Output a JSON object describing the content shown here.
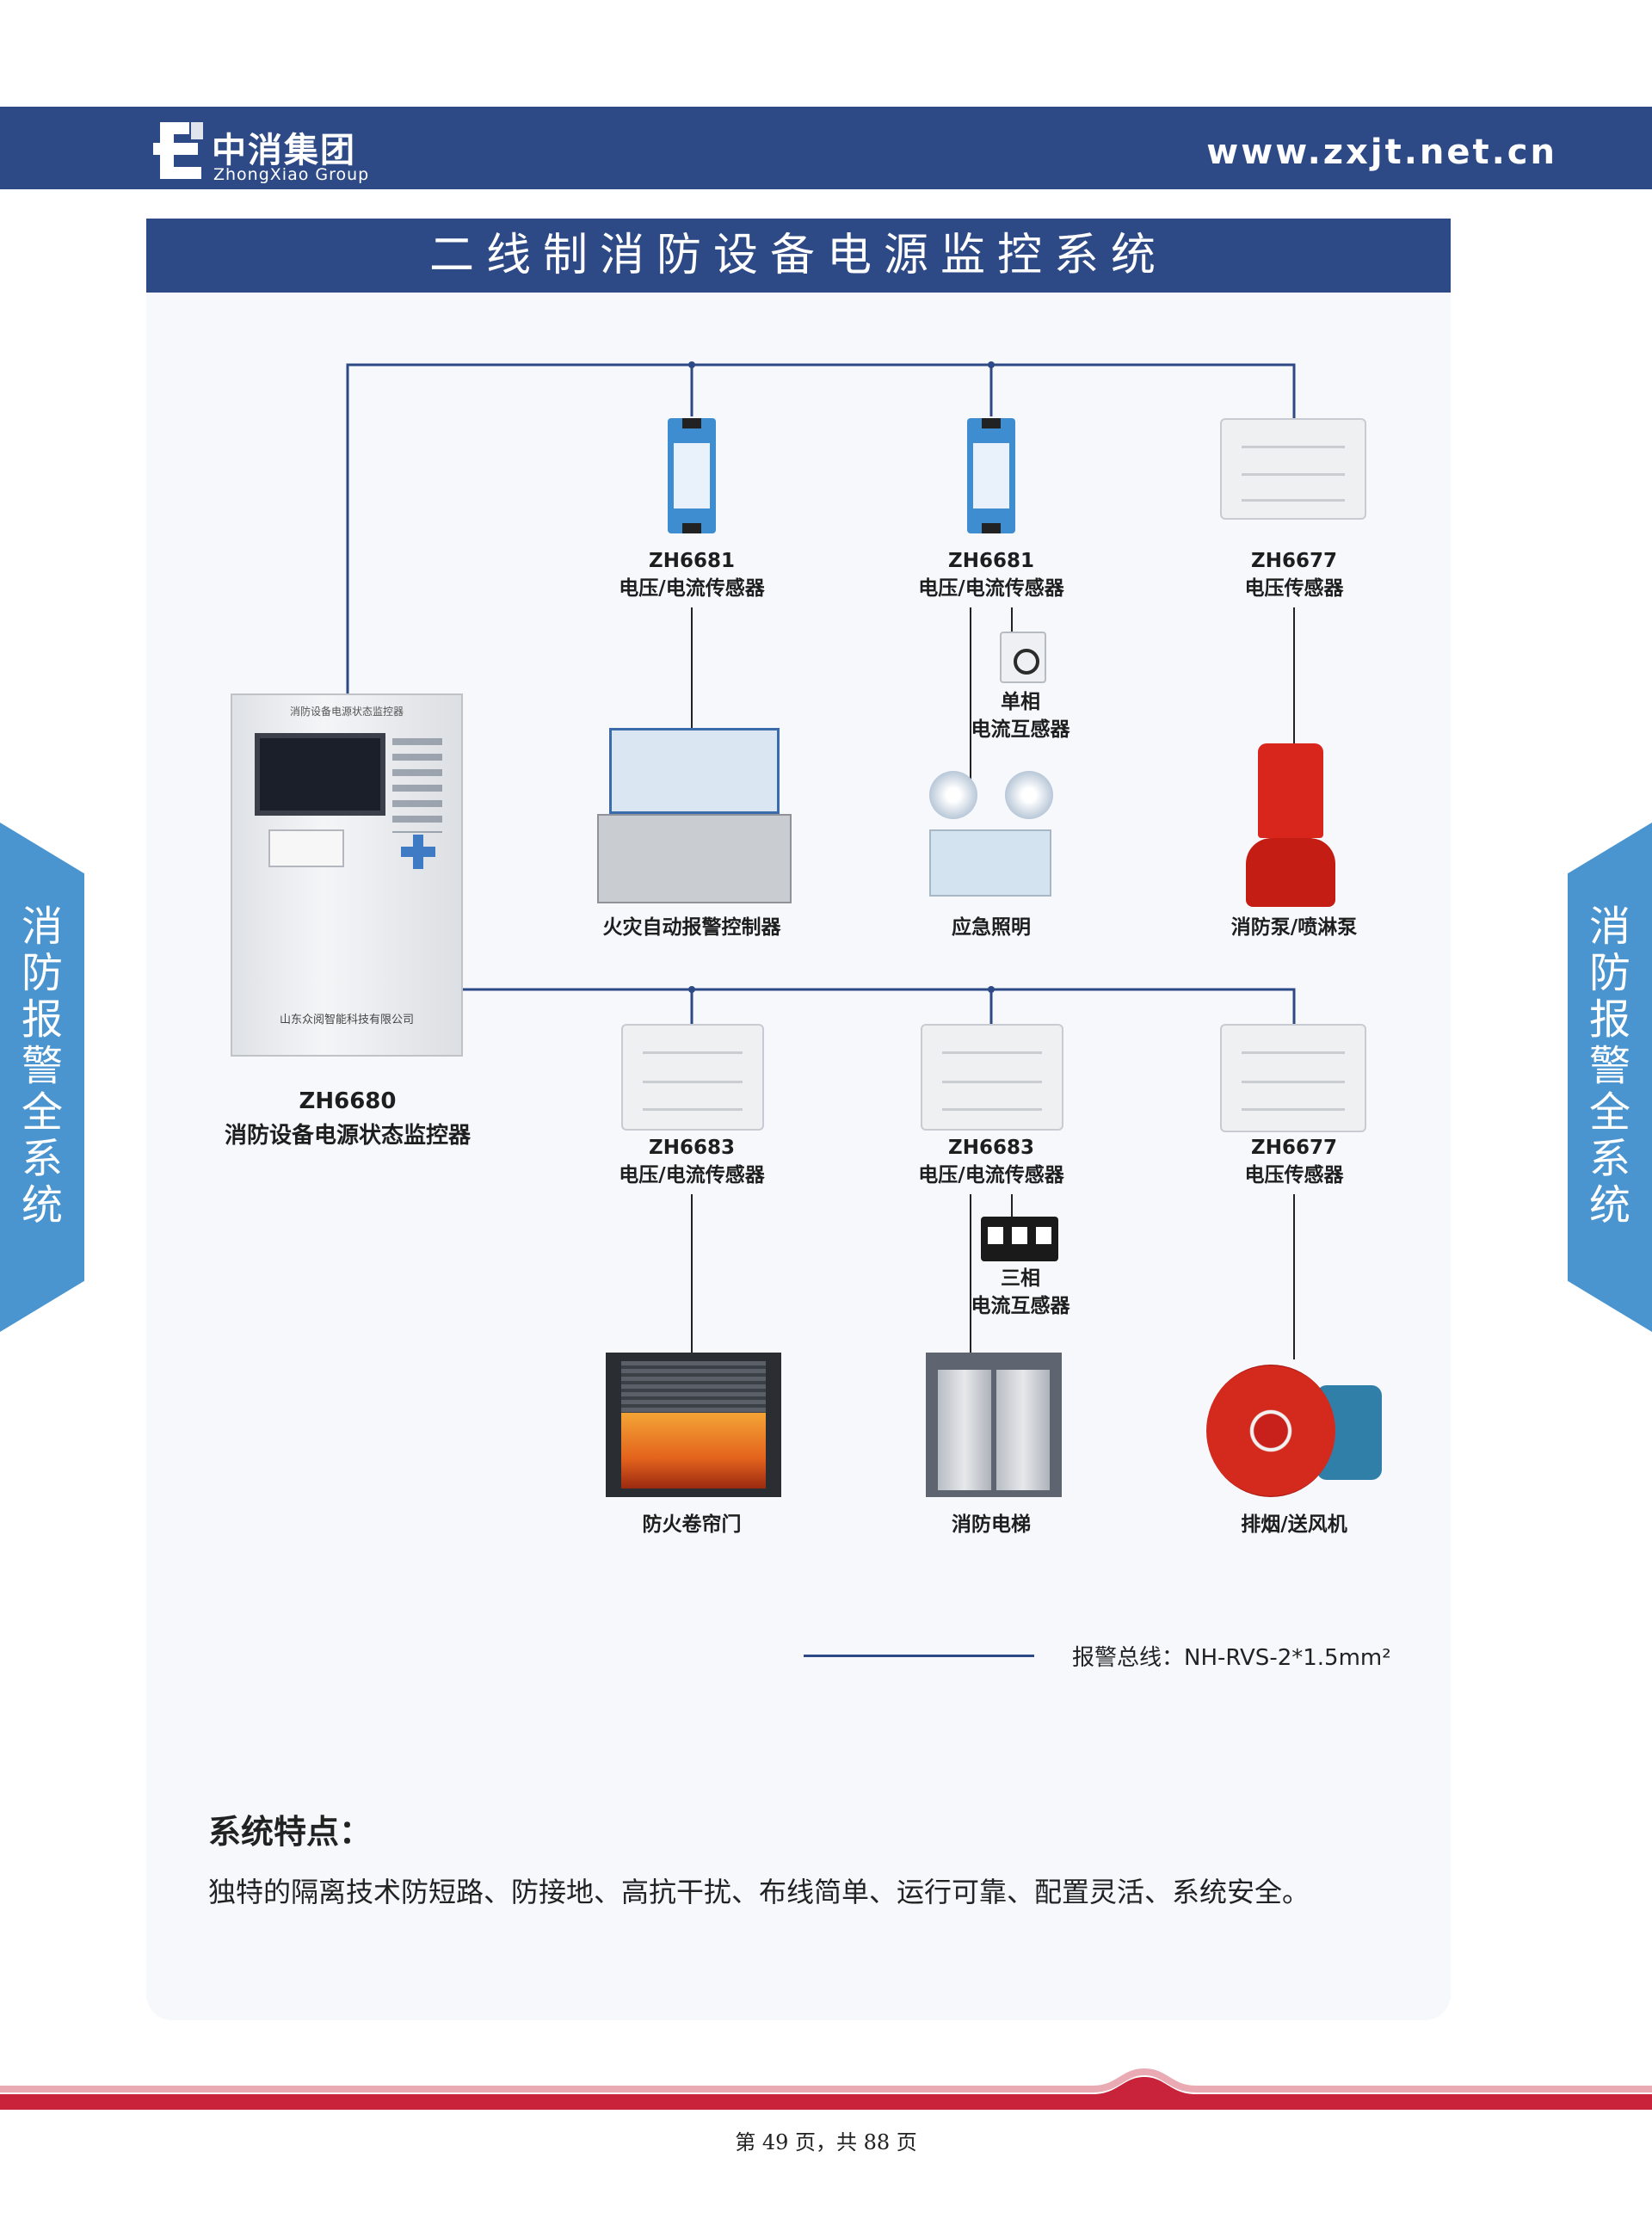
{
  "header": {
    "logo_cn": "中消集团",
    "logo_en": "ZhongXiao Group",
    "url": "www.zxjt.net.cn"
  },
  "title": "二线制消防设备电源监控系统",
  "side_tab": [
    "消",
    "防",
    "报",
    "警",
    "全",
    "系",
    "统"
  ],
  "controller": {
    "model": "ZH6680",
    "name": "消防设备电源状态监控器",
    "panel_text": "消防设备电源状态监控器",
    "maker_text": "山东众阅智能科技有限公司"
  },
  "top_row": [
    {
      "model": "ZH6681",
      "name": "电压/电流传感器",
      "device": "火灾自动报警控制器"
    },
    {
      "model": "ZH6681",
      "name": "电压/电流传感器",
      "ct_line1": "单相",
      "ct_line2": "电流互感器",
      "device": "应急照明"
    },
    {
      "model": "ZH6677",
      "name": "电压传感器",
      "device": "消防泵/喷淋泵"
    }
  ],
  "bottom_row": [
    {
      "model": "ZH6683",
      "name": "电压/电流传感器",
      "device": "防火卷帘门"
    },
    {
      "model": "ZH6683",
      "name": "电压/电流传感器",
      "ct_line1": "三相",
      "ct_line2": "电流互感器",
      "device": "消防电梯"
    },
    {
      "model": "ZH6677",
      "name": "电压传感器",
      "device": "排烟/送风机"
    }
  ],
  "legend": {
    "text": "报警总线：NH-RVS-2*1.5mm²"
  },
  "features": {
    "title": "系统特点：",
    "text": "独特的隔离技术防短路、防接地、高抗干扰、布线简单、运行可靠、配置灵活、系统安全。"
  },
  "page_no": "第 49 页，共 88 页",
  "colors": {
    "brand_blue": "#2e4a86",
    "tab_blue": "#4a94d0",
    "footer_red": "#c8233a",
    "bus_line": "#2e4a86"
  },
  "icons": [
    "zhongxiao-logo-icon",
    "voltage-current-sensor-icon",
    "voltage-sensor-icon",
    "single-phase-ct-icon",
    "three-phase-ct-icon"
  ]
}
